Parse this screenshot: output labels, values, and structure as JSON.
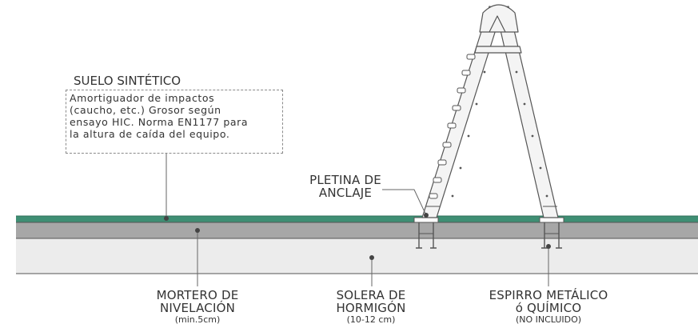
{
  "labels": {
    "suelo_title": "SUELO SINTÉTICO",
    "suelo_description": "Amortiguador de impactos\n(caucho, etc.) Grosor según\nensayo HIC. Norma EN1177 para\nla altura de caída del equipo.",
    "pletina_line1": "PLETINA DE",
    "pletina_line2": "ANCLAJE",
    "mortero_line1": "MORTERO DE",
    "mortero_line2": "NIVELACIÓN",
    "mortero_note": "(min.5cm)",
    "solera_line1": "SOLERA DE",
    "solera_line2": "HORMIGÓN",
    "solera_note": "(10-12 cm)",
    "espirro_line1": "ESPIRRO METÁLICO",
    "espirro_line2": "ó QUÍMICO",
    "espirro_note": "(NO INCLUIDO)"
  },
  "colors": {
    "synthetic_floor": "#3f8f74",
    "mortar_layer": "#a7a7a7",
    "concrete_slab": "#ececec",
    "outline": "#555555",
    "ladder_fill": "#f4f4f4"
  }
}
